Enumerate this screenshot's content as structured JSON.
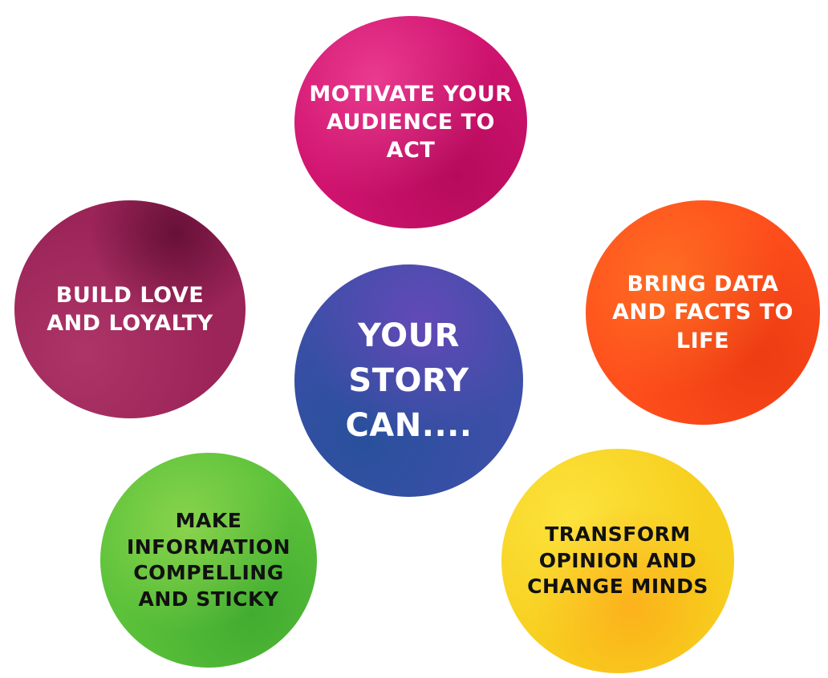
{
  "diagram": {
    "center": {
      "lines": [
        "YOUR",
        "STORY",
        "CAN...."
      ],
      "color": "#3d4fa8"
    },
    "items": [
      {
        "id": "motivate",
        "lines": [
          "MOTIVATE YOUR",
          "AUDIENCE TO",
          "ACT"
        ],
        "color": "#d0146f",
        "text_color": "#ffffff"
      },
      {
        "id": "love",
        "lines": [
          "BUILD LOVE",
          "AND LOYALTY"
        ],
        "color": "#9b2458",
        "text_color": "#ffffff"
      },
      {
        "id": "data",
        "lines": [
          "BRING DATA",
          "AND FACTS TO",
          "LIFE"
        ],
        "color": "#ff4f1c",
        "text_color": "#ffffff"
      },
      {
        "id": "sticky",
        "lines": [
          "MAKE",
          "INFORMATION",
          "COMPELLING",
          "AND STICKY"
        ],
        "color": "#5cc23a",
        "text_color": "#111111"
      },
      {
        "id": "opinion",
        "lines": [
          "TRANSFORM",
          "OPINION AND",
          "CHANGE MINDS"
        ],
        "color": "#f7cf1e",
        "text_color": "#111111"
      }
    ]
  }
}
